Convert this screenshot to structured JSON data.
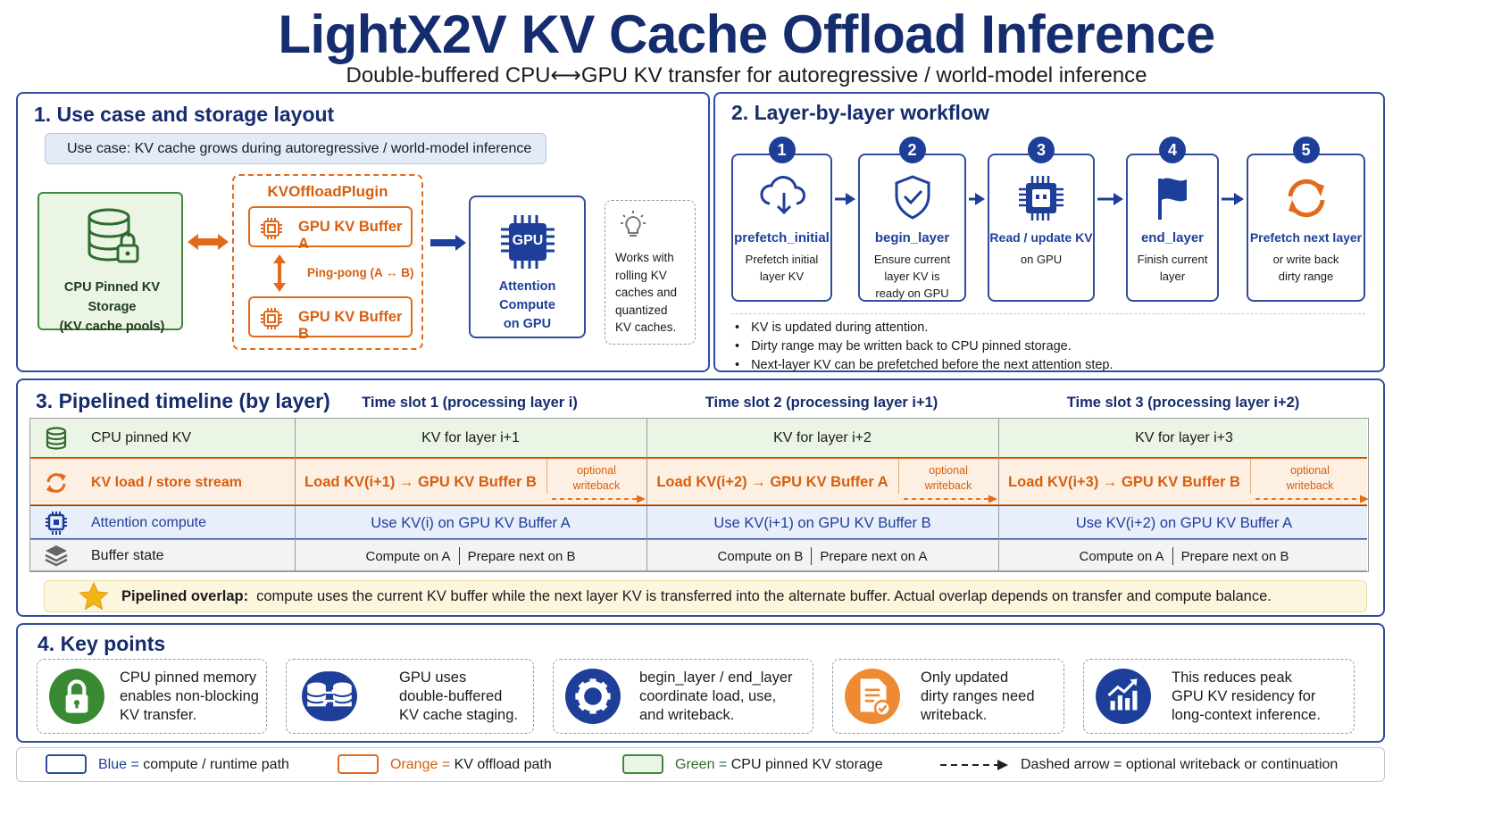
{
  "header": {
    "title": "LightX2V KV Cache Offload Inference",
    "subtitle": "Double-buffered CPU⟷GPU KV transfer for autoregressive / world-model inference"
  },
  "section1": {
    "title": "1.  Use case and storage layout",
    "use_case": "Use case: KV cache grows during autoregressive / world-model inference",
    "cpu_storage_line1": "CPU Pinned KV Storage",
    "cpu_storage_line2": "(KV cache pools)",
    "plugin_title": "KVOffloadPlugin",
    "buffer_a": "GPU KV Buffer A",
    "buffer_b": "GPU KV Buffer B",
    "pingpong": "Ping-pong (A ↔ B)",
    "gpu_chip_label": "GPU",
    "attention_line1": "Attention Compute",
    "attention_line2": "on GPU",
    "note_lines": [
      "Works with",
      "rolling KV",
      "caches and",
      "quantized",
      "KV caches."
    ]
  },
  "section2": {
    "title": "2.  Layer-by-layer workflow",
    "steps": [
      {
        "num": "1",
        "name": "prefetch_initial",
        "desc": [
          "Prefetch initial",
          "layer KV"
        ]
      },
      {
        "num": "2",
        "name": "begin_layer",
        "desc": [
          "Ensure current",
          "layer KV is",
          "ready on GPU"
        ]
      },
      {
        "num": "3",
        "name": "Read / update KV",
        "desc": [
          "on GPU"
        ]
      },
      {
        "num": "4",
        "name": "end_layer",
        "desc": [
          "Finish current",
          "layer"
        ]
      },
      {
        "num": "5",
        "name": "Prefetch next layer",
        "desc": [
          "or write back",
          "dirty range"
        ]
      }
    ],
    "bullets": [
      "KV is updated during attention.",
      "Dirty range may be written back to CPU pinned storage.",
      "Next-layer KV can be prefetched before the next attention step."
    ]
  },
  "section3": {
    "title": "3. Pipelined timeline (by layer)",
    "slots": [
      "Time slot 1 (processing layer i)",
      "Time slot 2 (processing layer i+1)",
      "Time slot 3 (processing layer i+2)"
    ],
    "rows": [
      {
        "label": "CPU pinned KV",
        "cells": [
          "KV for layer i+1",
          "KV for layer i+2",
          "KV for layer i+3"
        ]
      },
      {
        "label": "KV load / store stream",
        "cells": [
          "Load KV(i+1) → GPU KV Buffer B",
          "Load KV(i+2) → GPU KV Buffer A",
          "Load KV(i+3) → GPU KV Buffer B"
        ],
        "side_line1": "optional",
        "side_line2": "writeback"
      },
      {
        "label": "Attention compute",
        "cells": [
          "Use KV(i) on GPU KV Buffer A",
          "Use KV(i+1) on GPU KV Buffer B",
          "Use KV(i+2) on GPU KV Buffer A"
        ]
      },
      {
        "label": "Buffer state",
        "cells": [
          [
            "Compute on A",
            "Prepare next on B"
          ],
          [
            "Compute on B",
            "Prepare next on A"
          ],
          [
            "Compute on A",
            "Prepare next on B"
          ]
        ]
      }
    ],
    "overlap_bold": "Pipelined overlap:",
    "overlap_text": "compute uses the current KV buffer while the next layer KV is transferred into the alternate buffer.   Actual overlap depends on transfer and compute balance."
  },
  "section4": {
    "title": "4. Key points",
    "points": [
      {
        "icon": "lock-icon",
        "color": "#3a8a34",
        "lines": [
          "CPU pinned memory",
          "enables non-blocking",
          "KV transfer."
        ]
      },
      {
        "icon": "buffer-swap-icon",
        "color": "#1d3f9a",
        "lines": [
          "GPU uses",
          "double-buffered",
          "KV cache staging."
        ]
      },
      {
        "icon": "gear-icon",
        "color": "#1d3f9a",
        "lines": [
          "begin_layer / end_layer",
          "coordinate load, use,",
          "and writeback."
        ]
      },
      {
        "icon": "document-check-icon",
        "color": "#ee8a34",
        "lines": [
          "Only updated",
          "dirty ranges need",
          "writeback."
        ]
      },
      {
        "icon": "chart-up-icon",
        "color": "#1d3f9a",
        "lines": [
          "This reduces peak",
          "GPU KV residency for",
          "long-context inference."
        ]
      }
    ]
  },
  "legend": {
    "blue_word": "Blue =",
    "blue_text": "compute / runtime path",
    "orange_word": "Orange =",
    "orange_text": "KV offload path",
    "green_word": "Green =",
    "green_text": "CPU pinned KV storage",
    "dash_text": "Dashed arrow = optional writeback or continuation"
  },
  "colors": {
    "blue": "#1d3f9a",
    "orange": "#e26a1a",
    "green": "#3f8a3a",
    "navy": "#152c6e"
  }
}
